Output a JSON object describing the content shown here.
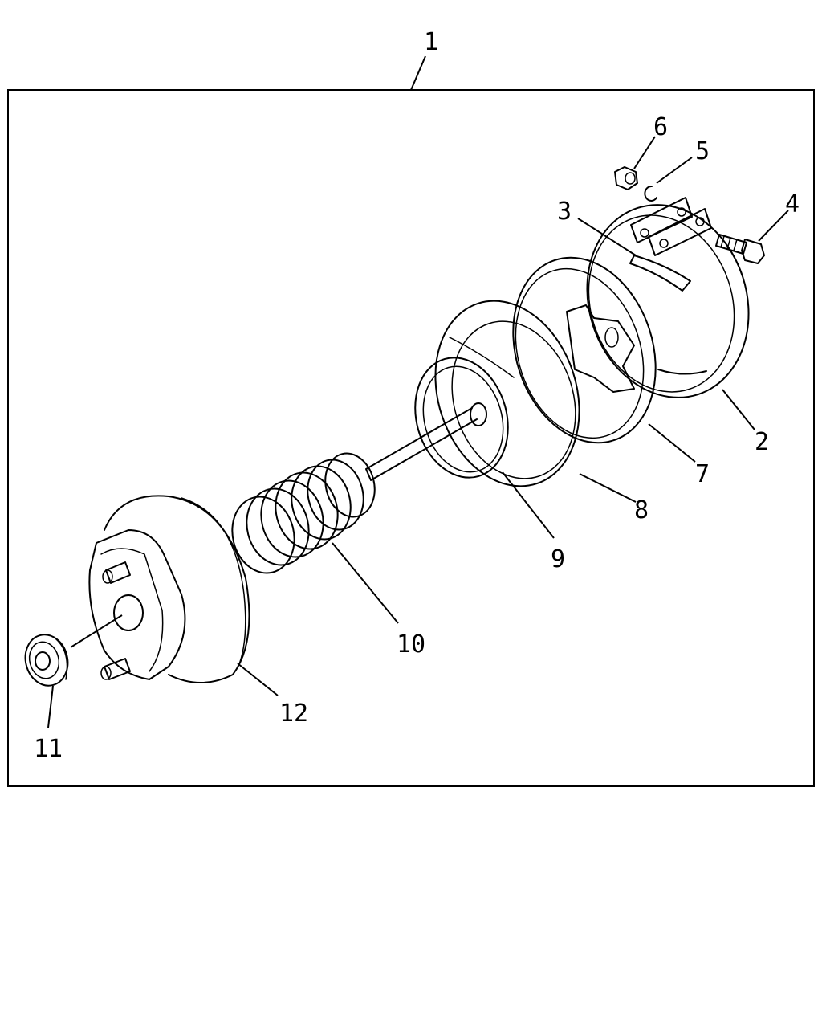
{
  "diagram": {
    "callouts": {
      "assembly": "1",
      "p2": "2",
      "p3": "3",
      "p4": "4",
      "p5": "5",
      "p6": "6",
      "p7": "7",
      "p8": "8",
      "p9": "9",
      "p10": "10",
      "p11": "11",
      "p12": "12"
    }
  }
}
